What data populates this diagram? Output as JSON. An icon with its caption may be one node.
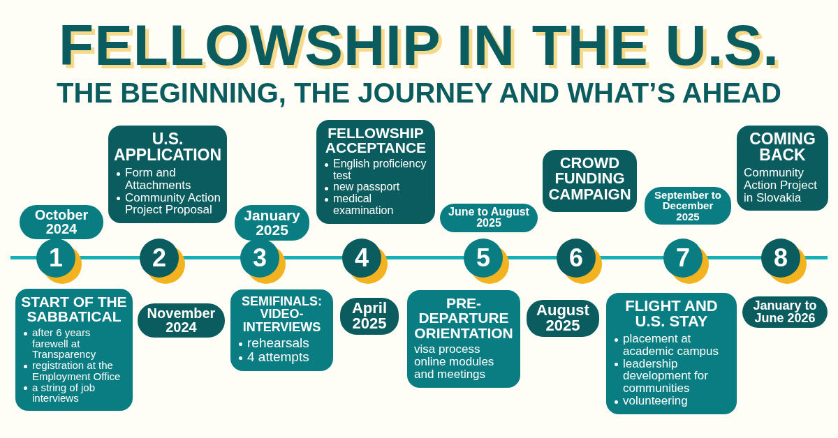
{
  "diagram": {
    "title": "FELLOWSHIP IN THE U.S.",
    "caption": "THE BEGINNING, THE JOURNEY AND WHAT’S AHEAD",
    "nodes": [
      {
        "text": [
          "1"
        ]
      },
      {
        "text": [
          "October 2024"
        ]
      },
      {
        "text": [
          "START OF THE SABBATICAL",
          "after 6 years farewell at Transparency",
          "registration at the Employment Office",
          "a string of job interviews"
        ]
      },
      {
        "text": [
          "2"
        ]
      },
      {
        "text": [
          "U.S. APPLICATION",
          "Form and Attachments",
          "Community Action Project Proposal"
        ]
      },
      {
        "text": [
          "November 2024"
        ]
      },
      {
        "text": [
          "3"
        ]
      },
      {
        "text": [
          "January 2025"
        ]
      },
      {
        "text": [
          "SEMIFINALS: VIDEO-INTERVIEWS",
          "rehearsals",
          "4 attempts"
        ]
      },
      {
        "text": [
          "4"
        ]
      },
      {
        "text": [
          "FELLOWSHIP ACCEPTANCE",
          "English proficiency test",
          "new passport",
          "medical examination"
        ]
      },
      {
        "text": [
          "April 2025"
        ]
      },
      {
        "text": [
          "5"
        ]
      },
      {
        "text": [
          "June to August 2025"
        ]
      },
      {
        "text": [
          "PRE-DEPARTURE ORIENTATION",
          "visa process",
          "online modules and meetings"
        ]
      },
      {
        "text": [
          "6"
        ]
      },
      {
        "text": [
          "CROWD FUNDING CAMPAIGN"
        ]
      },
      {
        "text": [
          "August 2025"
        ]
      },
      {
        "text": [
          "7"
        ]
      },
      {
        "text": [
          "September to December 2025"
        ]
      },
      {
        "text": [
          "FLIGHT AND U.S. STAY",
          "placement at academic campus",
          "leadership development for communities",
          "volunteering"
        ]
      },
      {
        "text": [
          "8"
        ]
      },
      {
        "text": [
          "COMING BACK",
          "Community Action Project in Slovakia"
        ]
      },
      {
        "text": [
          "January to June 2026"
        ]
      }
    ],
    "edges": []
  }
}
